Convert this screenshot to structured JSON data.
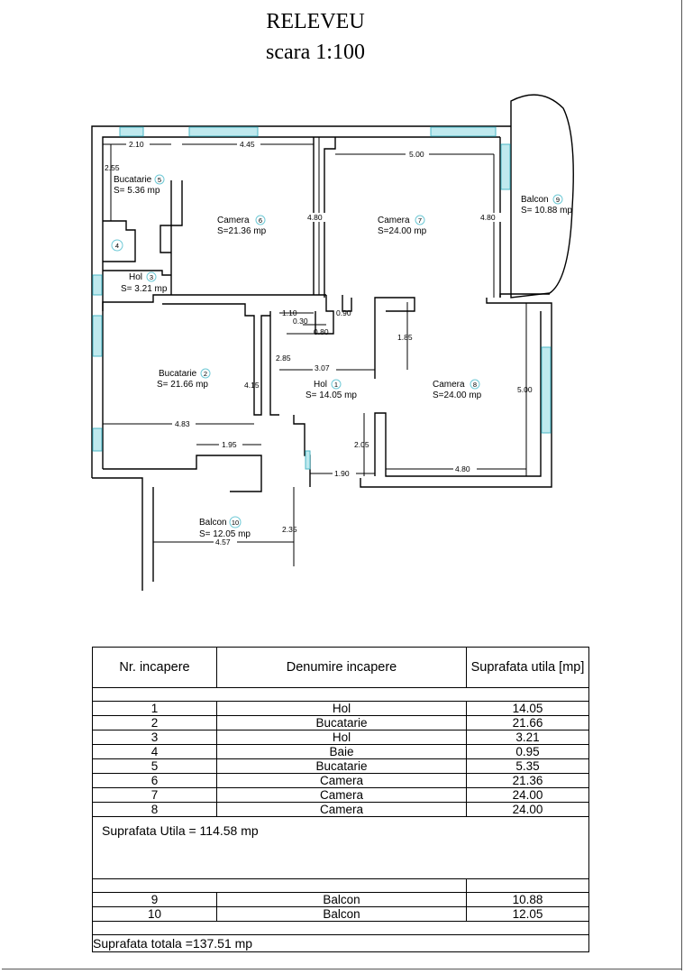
{
  "header": {
    "title": "RELEVEU",
    "scale": "scara 1:100"
  },
  "rooms": [
    {
      "num": "1",
      "name": "Hol",
      "area_text": "S= 14.05 mp"
    },
    {
      "num": "2",
      "name": "Bucatarie",
      "area_text": "S= 21.66 mp"
    },
    {
      "num": "3",
      "name": "Hol",
      "area_text": "S= 3.21 mp"
    },
    {
      "num": "4",
      "name": "",
      "area_text": ""
    },
    {
      "num": "5",
      "name": "Bucatarie",
      "area_text": "S= 5.36 mp"
    },
    {
      "num": "6",
      "name": "Camera",
      "area_text": "S=21.36 mp"
    },
    {
      "num": "7",
      "name": "Camera",
      "area_text": "S=24.00 mp"
    },
    {
      "num": "8",
      "name": "Camera",
      "area_text": "S=24.00 mp"
    },
    {
      "num": "9",
      "name": "Balcon",
      "area_text": "S= 10.88 mp"
    },
    {
      "num": "10",
      "name": "Balcon",
      "area_text": "S= 12.05 mp"
    }
  ],
  "dimensions": [
    "2.10",
    "4.45",
    "5.00",
    "2.55",
    "4.80",
    "4.80",
    "1.10",
    "0.90",
    "0.30",
    "0.80",
    "1.85",
    "2.85",
    "3.07",
    "4.15",
    "5.00",
    "4.83",
    "1.95",
    "2.05",
    "1.90",
    "4.80",
    "2.35",
    "4.57"
  ],
  "table": {
    "headers": {
      "nr": "Nr. incapere",
      "name": "Denumire incapere",
      "area": "Suprafata utila [mp]"
    },
    "rows": [
      {
        "nr": "1",
        "name": "Hol",
        "area": "14.05"
      },
      {
        "nr": "2",
        "name": "Bucatarie",
        "area": "21.66"
      },
      {
        "nr": "3",
        "name": "Hol",
        "area": "3.21"
      },
      {
        "nr": "4",
        "name": "Baie",
        "area": "0.95"
      },
      {
        "nr": "5",
        "name": "Bucatarie",
        "area": "5.35"
      },
      {
        "nr": "6",
        "name": "Camera",
        "area": "21.36"
      },
      {
        "nr": "7",
        "name": "Camera",
        "area": "24.00"
      },
      {
        "nr": "8",
        "name": "Camera",
        "area": "24.00"
      }
    ],
    "subtotal": "Suprafata Utila = 114.58 mp",
    "balcony_rows": [
      {
        "nr": "9",
        "name": "Balcon",
        "area": "10.88"
      },
      {
        "nr": "10",
        "name": "Balcon",
        "area": "12.05"
      }
    ],
    "total": "Suprafata totala =137.51 mp"
  },
  "colors": {
    "window": "#bfe9ee",
    "badge_ring": "#6ec9d6",
    "wall": "#000000"
  }
}
